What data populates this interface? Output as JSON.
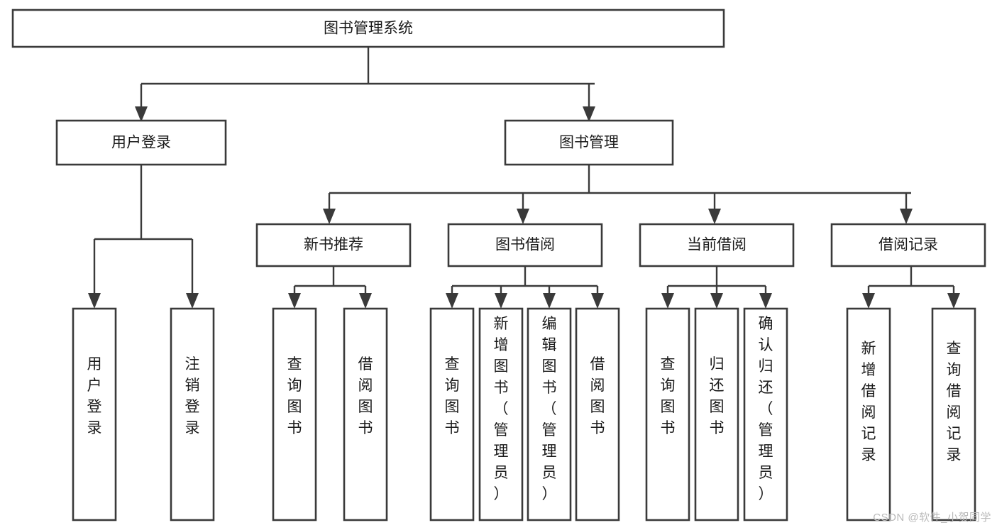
{
  "diagram": {
    "type": "tree-hierarchy-diagram",
    "title": "图书管理系统",
    "watermark": "CSDN @软件_小贺同学",
    "colors": {
      "box_stroke": "#3a3a3a",
      "box_fill": "#ffffff",
      "connector": "#3a3a3a",
      "text": "#1a1a1a",
      "background": "#ffffff",
      "watermark": "#b9b9b9"
    },
    "levels": [
      {
        "level": 1,
        "nodes": [
          {
            "id": "root",
            "label": "图书管理系统",
            "orientation": "horizontal"
          }
        ]
      },
      {
        "level": 2,
        "nodes": [
          {
            "id": "user-login",
            "label": "用户登录",
            "orientation": "horizontal",
            "parent": "root"
          },
          {
            "id": "book-manage",
            "label": "图书管理",
            "orientation": "horizontal",
            "parent": "root"
          }
        ]
      },
      {
        "level": 3,
        "nodes": [
          {
            "id": "new-book-rec",
            "label": "新书推荐",
            "orientation": "horizontal",
            "parent": "book-manage"
          },
          {
            "id": "book-borrow",
            "label": "图书借阅",
            "orientation": "horizontal",
            "parent": "book-manage"
          },
          {
            "id": "current-borrow",
            "label": "当前借阅",
            "orientation": "horizontal",
            "parent": "book-manage"
          },
          {
            "id": "borrow-record",
            "label": "借阅记录",
            "orientation": "horizontal",
            "parent": "book-manage"
          }
        ]
      },
      {
        "level": 4,
        "nodes": [
          {
            "id": "leaf-user-login",
            "label": "用户登录",
            "orientation": "vertical",
            "parent": "user-login"
          },
          {
            "id": "leaf-logout",
            "label": "注销登录",
            "orientation": "vertical",
            "parent": "user-login"
          },
          {
            "id": "leaf-query-book-1",
            "label": "查询图书",
            "orientation": "vertical",
            "parent": "new-book-rec"
          },
          {
            "id": "leaf-borrow-book-1",
            "label": "借阅图书",
            "orientation": "vertical",
            "parent": "new-book-rec"
          },
          {
            "id": "leaf-query-book-2",
            "label": "查询图书",
            "orientation": "vertical",
            "parent": "book-borrow"
          },
          {
            "id": "leaf-add-book",
            "label": "新增图书（管理员）",
            "orientation": "vertical",
            "parent": "book-borrow"
          },
          {
            "id": "leaf-edit-book",
            "label": "编辑图书（管理员）",
            "orientation": "vertical",
            "parent": "book-borrow"
          },
          {
            "id": "leaf-borrow-book-2",
            "label": "借阅图书",
            "orientation": "vertical",
            "parent": "book-borrow"
          },
          {
            "id": "leaf-query-book-3",
            "label": "查询图书",
            "orientation": "vertical",
            "parent": "current-borrow"
          },
          {
            "id": "leaf-return-book",
            "label": "归还图书",
            "orientation": "vertical",
            "parent": "current-borrow"
          },
          {
            "id": "leaf-confirm-return",
            "label": "确认归还（管理员）",
            "orientation": "vertical",
            "parent": "current-borrow"
          },
          {
            "id": "leaf-add-record",
            "label": "新增借阅记录",
            "orientation": "vertical",
            "parent": "borrow-record"
          },
          {
            "id": "leaf-query-record",
            "label": "查询借阅记录",
            "orientation": "vertical",
            "parent": "borrow-record"
          }
        ]
      }
    ]
  }
}
